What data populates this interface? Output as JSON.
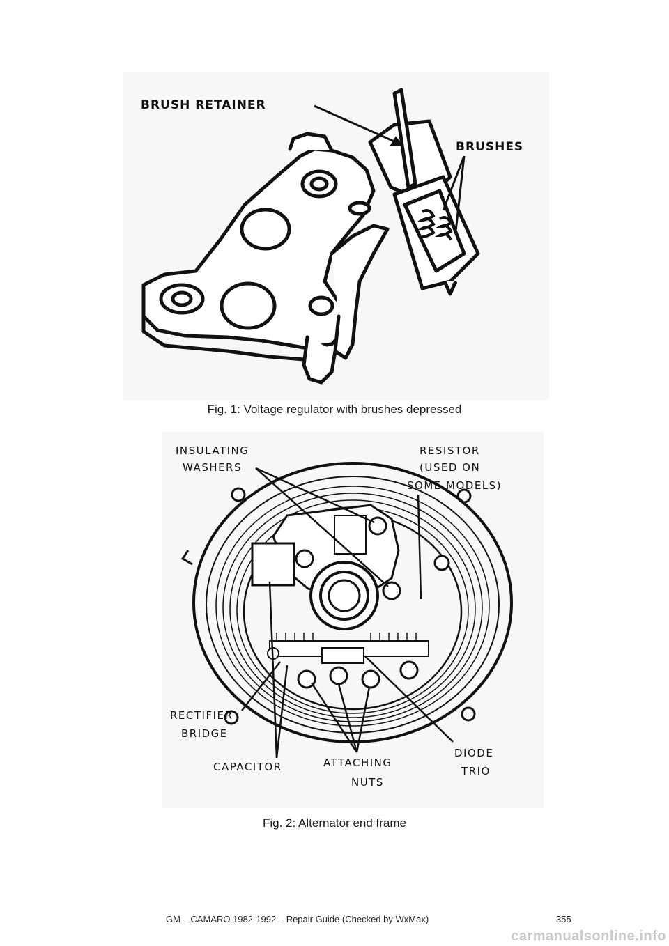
{
  "figures": [
    {
      "caption": "Fig. 1: Voltage regulator with brushes depressed",
      "labels": {
        "brush_retainer": "BRUSH RETAINER",
        "brushes": "BRUSHES"
      }
    },
    {
      "caption": "Fig. 2: Alternator end frame",
      "labels": {
        "insulating_1": "INSULATING",
        "insulating_2": "WASHERS",
        "resistor_1": "RESISTOR",
        "resistor_2": "(USED ON",
        "resistor_3": "SOME MODELS)",
        "rectifier_1": "RECTIFIER",
        "rectifier_2": "BRIDGE",
        "capacitor": "CAPACITOR",
        "attaching_1": "ATTACHING",
        "attaching_2": "NUTS",
        "diode_1": "DIODE",
        "diode_2": "TRIO"
      }
    }
  ],
  "footer": {
    "title": "GM – CAMARO 1982-1992 – Repair Guide (Checked by WxMax)",
    "page": "355"
  },
  "watermark": "carmanualsonline.info"
}
